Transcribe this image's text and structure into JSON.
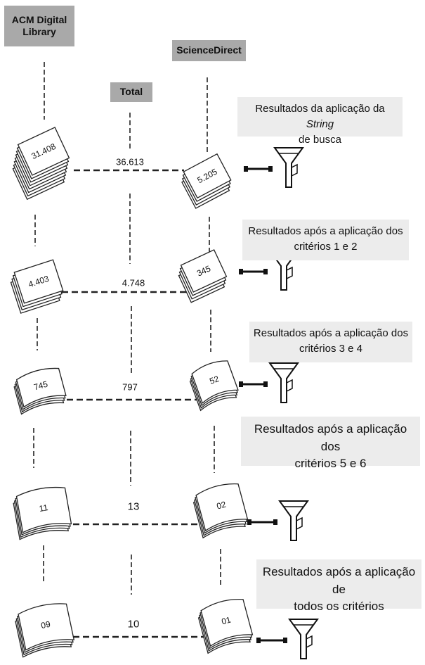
{
  "headers": {
    "acm": "ACM Digital Library",
    "acm_line1": "ACM Digital",
    "acm_line2": "Library",
    "total": "Total",
    "sciencedirect": "ScienceDirect"
  },
  "stages": [
    {
      "caption_line1": "Resultados da aplicação da",
      "caption_em": "String",
      "caption_line2": "de busca",
      "acm": "31.408",
      "total": "36.613",
      "sciencedirect": "5.205"
    },
    {
      "caption_line1": "Resultados após a aplicação dos",
      "caption_line2": "critérios 1 e 2",
      "acm": "4.403",
      "total": "4.748",
      "sciencedirect": "345"
    },
    {
      "caption_line1": "Resultados após a aplicação dos",
      "caption_line2": "critérios 3 e 4",
      "acm": "745",
      "total": "797",
      "sciencedirect": "52"
    },
    {
      "caption_line1": "Resultados após a aplicação dos",
      "caption_line2": "critérios 5 e 6",
      "acm": "11",
      "total": "13",
      "sciencedirect": "02"
    },
    {
      "caption_line1": "Resultados após a aplicação de",
      "caption_line2": "todos os critérios",
      "acm": "09",
      "total": "10",
      "sciencedirect": "01"
    }
  ]
}
